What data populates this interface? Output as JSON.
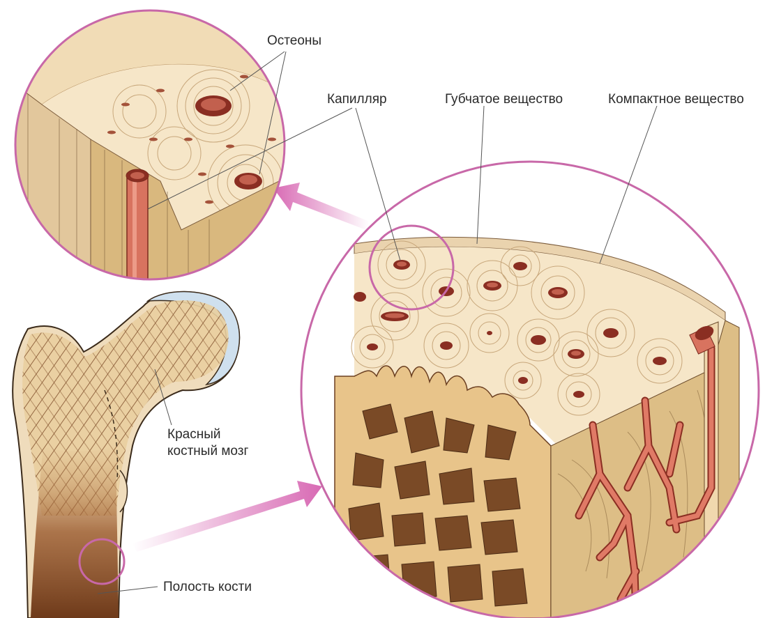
{
  "labels": {
    "osteons": "Остеоны",
    "capillary": "Капилляр",
    "spongy": "Губчатое вещество",
    "compact": "Компактное вещество",
    "red_marrow_line1": "Красный",
    "red_marrow_line2": "костный мозг",
    "cavity": "Полость кости"
  },
  "colors": {
    "bone_fill": "#efdcbc",
    "bone_dark": "#7a4a2a",
    "marrow": "#8a4a24",
    "vessel": "#e07a66",
    "vessel_dark": "#8a2e22",
    "highlight_circle": "#c868a8",
    "arrow": "#d86ab4",
    "cartilage": "#cfe0ee",
    "leader_line": "#555555"
  }
}
